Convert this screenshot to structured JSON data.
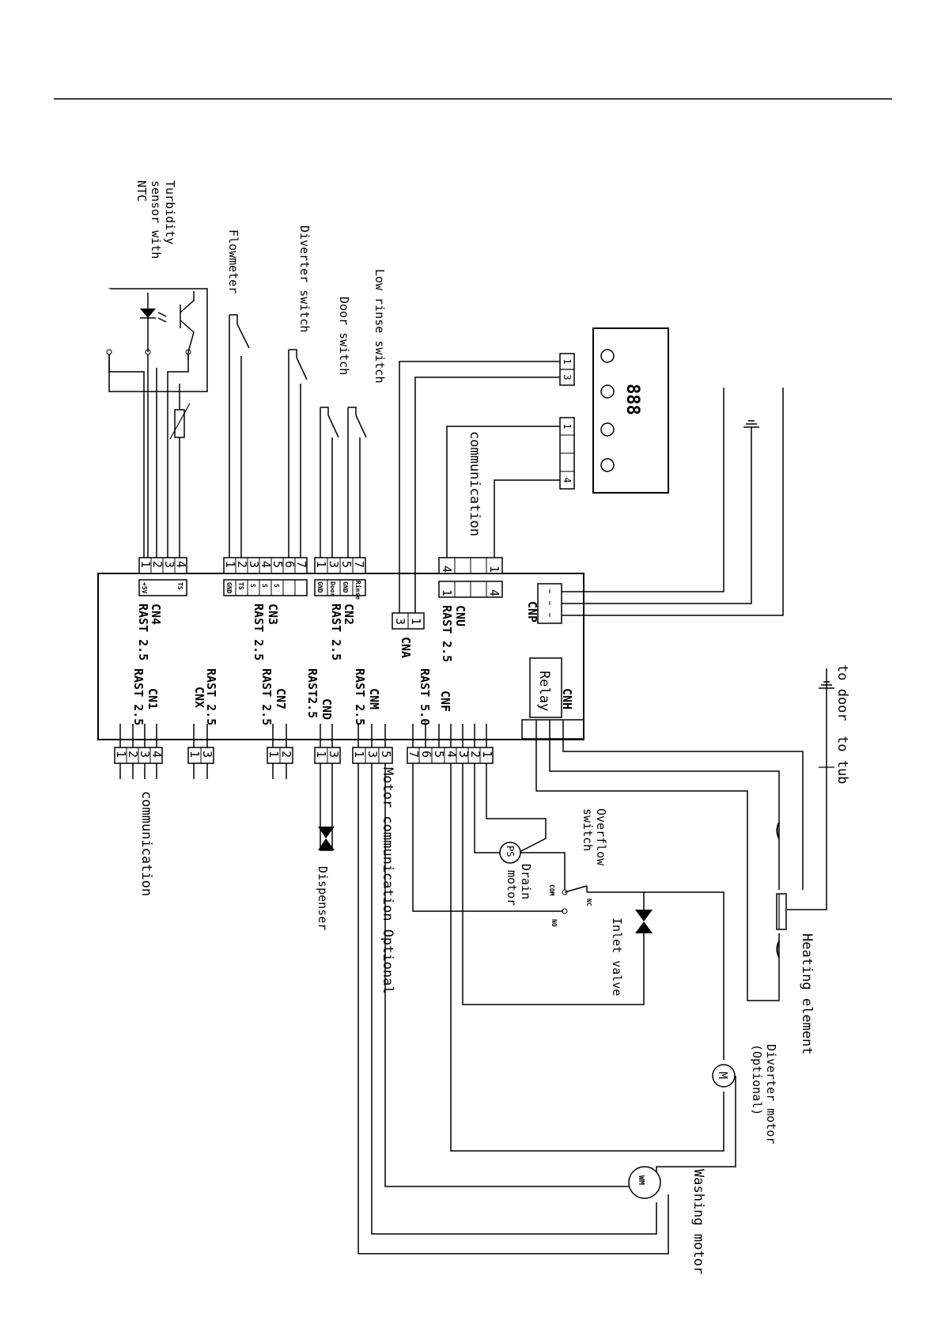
{
  "labels": {
    "turbidity_l1": "Turbidity",
    "turbidity_l2": "sensor with",
    "turbidity_l3": "NTC",
    "flowmeter": "Flowmeter",
    "diverter_switch": "Diverter switch",
    "door_switch": "Door switch",
    "low_rinse_switch": "Low rinse switch",
    "communication_top": "communication",
    "communication_bottom": "communication",
    "display": "888",
    "relay": "Relay",
    "to_door": "to door",
    "to_tub": "to tub",
    "heating_element": "Heating element",
    "overflow_l1": "Overflow",
    "overflow_l2": "switch",
    "ps": "PS",
    "drain_l1": "Drain",
    "drain_l2": "motor",
    "inlet_valve": "Inlet valve",
    "dispenser": "Dispenser",
    "motor_comm": "Motor communication Optional",
    "diverter_motor_l1": "Diverter motor",
    "diverter_motor_l2": "(Optional)",
    "m": "M",
    "wm": "WM",
    "washing_motor": "Washing motor",
    "com": "COM",
    "nc": "NC",
    "no": "NO"
  },
  "connectors": {
    "cn4": {
      "name": "CN4",
      "type": "RAST 2.5",
      "pins": [
        "1",
        "2",
        "3",
        "4"
      ],
      "signals": [
        "+5V",
        "",
        "",
        "TS"
      ]
    },
    "cn3": {
      "name": "CN3",
      "type": "RAST 2.5",
      "pins": [
        "1",
        "2",
        "3",
        "4",
        "5",
        "6",
        "7"
      ],
      "signals": [
        "GND",
        "TS",
        "S",
        "S",
        "S",
        "",
        ""
      ]
    },
    "cn2": {
      "name": "CN2",
      "type": "RAST 2.5",
      "pins": [
        "1",
        "3",
        "5",
        "7"
      ],
      "signals": [
        "GND",
        "Door",
        "GND",
        "Rinse"
      ]
    },
    "cnu": {
      "name": "CNU",
      "type": "RAST 2.5",
      "pins": [
        "1",
        "",
        "",
        "4"
      ],
      "pins_top": [
        "4",
        "",
        "",
        "1"
      ]
    },
    "cna": {
      "name": "CNA",
      "pins": [
        "3",
        "1"
      ],
      "pins_top": [
        "1",
        "3"
      ]
    },
    "cnp": {
      "name": "CNP"
    },
    "cnh": {
      "name": "CNH"
    },
    "cn1": {
      "name": "CN1",
      "type": "RAST 2.5",
      "pins": [
        "1",
        "2",
        "3",
        "4"
      ]
    },
    "cnx": {
      "name": "CNX",
      "type": "RAST 2.5",
      "pins": [
        "1",
        "3"
      ]
    },
    "cn7": {
      "name": "CN7",
      "type": "RAST 2.5",
      "pins": [
        "1",
        "2"
      ]
    },
    "cnd": {
      "name": "CND",
      "type": "RAST2.5",
      "pins": [
        "1",
        "3"
      ]
    },
    "cnm": {
      "name": "CNM",
      "type": "RAST 2.5",
      "pins": [
        "1",
        "3",
        "5"
      ]
    },
    "cnf": {
      "name": "CNF",
      "type": "RAST 5.0",
      "pins": [
        "7",
        "6",
        "5",
        "4",
        "3",
        "2",
        "1"
      ]
    },
    "display_comm": {
      "pins": [
        "1",
        "",
        "",
        "4"
      ]
    }
  }
}
